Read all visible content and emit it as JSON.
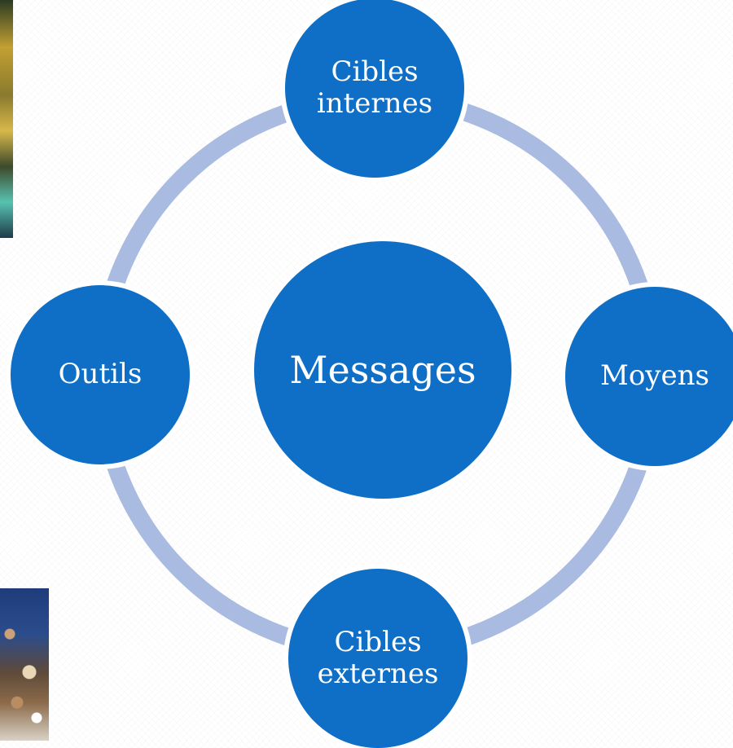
{
  "diagram": {
    "center": {
      "label": "Messages"
    },
    "nodes": {
      "top": {
        "label": "Cibles\ninternes"
      },
      "right": {
        "label": "Moyens"
      },
      "bottom": {
        "label": "Cibles\nexternes"
      },
      "left": {
        "label": "Outils"
      }
    }
  },
  "colors": {
    "node_fill": "#0f6fc6",
    "ring_stroke": "#a9bbe0",
    "node_text": "#ffffff"
  }
}
